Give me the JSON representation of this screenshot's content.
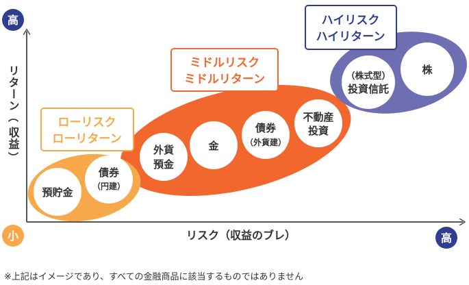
{
  "axes": {
    "y_high": "高",
    "y_label_main": "リターン",
    "y_label_paren_open": "（",
    "y_label_sub": "収益",
    "y_label_paren_close": "）",
    "x_low": "小",
    "x_label": "リスク（収益のブレ）",
    "x_high": "高"
  },
  "groups": {
    "low": {
      "title_line1": "ローリスク",
      "title_line2": "ローリターン",
      "items": [
        {
          "line1": "預貯金",
          "line2": ""
        },
        {
          "line1": "債券",
          "line2": "（円建）"
        }
      ]
    },
    "middle": {
      "title_line1": "ミドルリスク",
      "title_line2": "ミドルリターン",
      "items": [
        {
          "line1": "外貨",
          "line2": "預金"
        },
        {
          "line1": "金",
          "line2": ""
        },
        {
          "line1": "債券",
          "line2": "（外貨建）"
        },
        {
          "line1": "不動産",
          "line2": "投資"
        }
      ]
    },
    "high": {
      "title_line1": "ハイリスク",
      "title_line2": "ハイリターン",
      "items": [
        {
          "line1": "（株式型）",
          "line2": "投資信託"
        },
        {
          "line1": "株",
          "line2": ""
        }
      ]
    }
  },
  "footnote": "※上記はイメージであり、すべての金融商品に該当するものではありません",
  "colors": {
    "low": "#f6a84a",
    "middle": "#f2672e",
    "high": "#6e6fb3",
    "axis": "#555555",
    "navy": "#2f3e8f",
    "text": "#333333"
  }
}
